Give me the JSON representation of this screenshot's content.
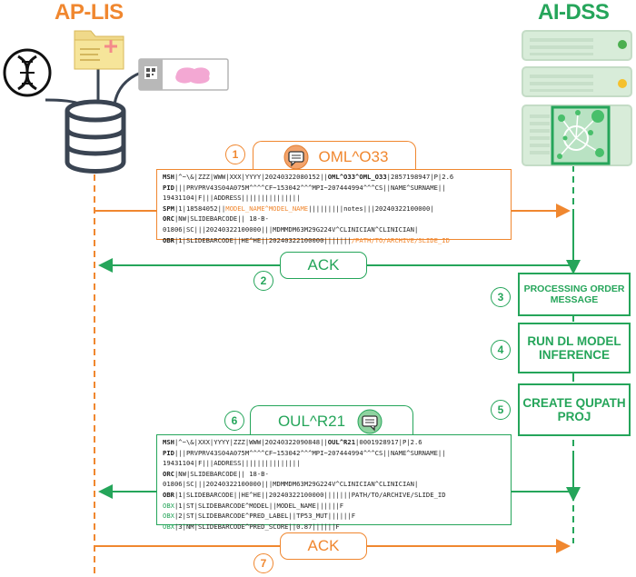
{
  "left_title": "AP-LIS",
  "right_title": "AI-DSS",
  "colors": {
    "orange": "#f0872f",
    "green": "#25a55a"
  },
  "icons": [
    "dna-icon",
    "folder-icon",
    "slide-icon",
    "database-icon",
    "server-icon",
    "network-icon",
    "chat-icon"
  ],
  "oml": {
    "num": "1",
    "label": "OML^O33",
    "lines": [
      [
        {
          "t": "MSH",
          "b": true
        },
        {
          "t": "|^~\\&|ZZZ|WWW|XXX|YYYY|20240322080152||"
        },
        {
          "t": "OML^O33^OML_O33",
          "b": true
        },
        {
          "t": "|2857198947|P|2.6"
        }
      ],
      [
        {
          "t": "PID",
          "b": true
        },
        {
          "t": "|||PRVPRV43S04A075M^^^^CF~153042^^^MPI~207444994^^^CS||NAME^SURNAME||"
        }
      ],
      [
        {
          "t": "19431104|F|||ADDRESS|||||||||||||||"
        }
      ],
      [
        {
          "t": "SPM",
          "b": true
        },
        {
          "t": "|1|18584052||"
        },
        {
          "t": "MODEL_NAME^MODEL_NAME",
          "c": "o"
        },
        {
          "t": "|||||||||notes|||20240322100000|"
        }
      ],
      [
        {
          "t": "ORC",
          "b": true
        },
        {
          "t": "|NW|SLIDEBARCODE|| 18-B-"
        }
      ],
      [
        {
          "t": "01806|SC|||20240322100000|||MDMMDM63M29G224V^CLINICIAN^CLINICIAN|"
        }
      ],
      [
        {
          "t": "OBR",
          "b": true
        },
        {
          "t": "|1|SLIDEBARCODE||HE^HE||20240322100000|||||||"
        },
        {
          "t": "/PATH/TO/ARCHIVE/SLIDE_ID",
          "c": "o"
        }
      ]
    ]
  },
  "ack1": {
    "num": "2",
    "label": "ACK"
  },
  "steps": [
    {
      "num": "3",
      "label": "PROCESSING ORDER MESSAGE"
    },
    {
      "num": "4",
      "label": "RUN DL MODEL INFERENCE"
    },
    {
      "num": "5",
      "label": "CREATE QUPATH PROJ"
    }
  ],
  "oul": {
    "num": "6",
    "label": "OUL^R21",
    "lines": [
      [
        {
          "t": "MSH",
          "b": true
        },
        {
          "t": "|^~\\&|XXX|YYYY|ZZZ|WWW|20240322090848||"
        },
        {
          "t": "OUL^R21",
          "b": true
        },
        {
          "t": "|0001928917|P|2.6"
        }
      ],
      [
        {
          "t": "PID",
          "b": true
        },
        {
          "t": "|||PRVPRV43S04A075M^^^^CF~153042^^^MPI~207444994^^^CS||NAME^SURNAME||"
        }
      ],
      [
        {
          "t": "19431104|F|||ADDRESS|||||||||||||||"
        }
      ],
      [
        {
          "t": "ORC",
          "b": true
        },
        {
          "t": "|NW|SLIDEBARCODE|| 18-B-"
        }
      ],
      [
        {
          "t": "01806|SC|||20240322100000|||MDMMDM63M29G224V^CLINICIAN^CLINICIAN|"
        }
      ],
      [
        {
          "t": "OBR",
          "b": true
        },
        {
          "t": "|1|SLIDEBARCODE||HE^HE||20240322100000|||||||PATH/TO/ARCHIVE/SLIDE_ID"
        }
      ],
      [
        {
          "t": "OBX",
          "c": "g"
        },
        {
          "t": "|1|ST|SLIDEBARCODE^MODEL||MODEL_NAME||||||F"
        }
      ],
      [
        {
          "t": "OBX",
          "c": "g"
        },
        {
          "t": "|2|ST|SLIDEBARCODE^PRED_LABEL||TP53_MUT||||||F"
        }
      ],
      [
        {
          "t": "OBX",
          "c": "g"
        },
        {
          "t": "|3|NM|SLIDEBARCODE^PRED_SCORE||0.87||||||F"
        }
      ]
    ]
  },
  "ack2": {
    "num": "7",
    "label": "ACK"
  }
}
